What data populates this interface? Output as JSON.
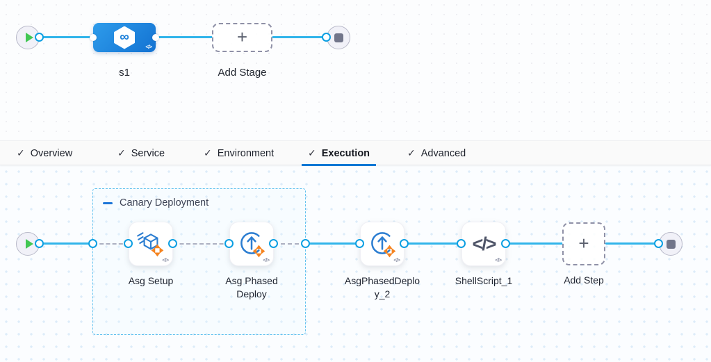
{
  "icons": {
    "check": "✓",
    "plus": "+",
    "infinity": "∞",
    "code": "</>"
  },
  "colors": {
    "accent_blue": "#0278d5",
    "line_blue": "#30b4ea",
    "stage_blue": "#1d86de",
    "step_icon_blue": "#2b7dd1",
    "step_icon_orange": "#f5831f",
    "group_border": "#63c2ef"
  },
  "stage_pipeline": {
    "stage_label": "s1",
    "add_stage_label": "Add Stage"
  },
  "tabs": [
    {
      "label": "Overview",
      "completed": true,
      "active": false
    },
    {
      "label": "Service",
      "completed": true,
      "active": false
    },
    {
      "label": "Environment",
      "completed": true,
      "active": false
    },
    {
      "label": "Execution",
      "completed": true,
      "active": true
    },
    {
      "label": "Advanced",
      "completed": true,
      "active": false
    }
  ],
  "execution": {
    "group_label": "Canary Deployment",
    "steps": [
      {
        "label": "Asg Setup",
        "icon": "asg-setup-icon"
      },
      {
        "label": "Asg Phased Deploy",
        "icon": "asg-phased-deploy-icon"
      },
      {
        "label": "AsgPhasedDeploy_2",
        "icon": "asg-phased-deploy-icon"
      },
      {
        "label": "ShellScript_1",
        "icon": "shell-script-icon"
      }
    ],
    "add_step_label": "Add Step"
  }
}
